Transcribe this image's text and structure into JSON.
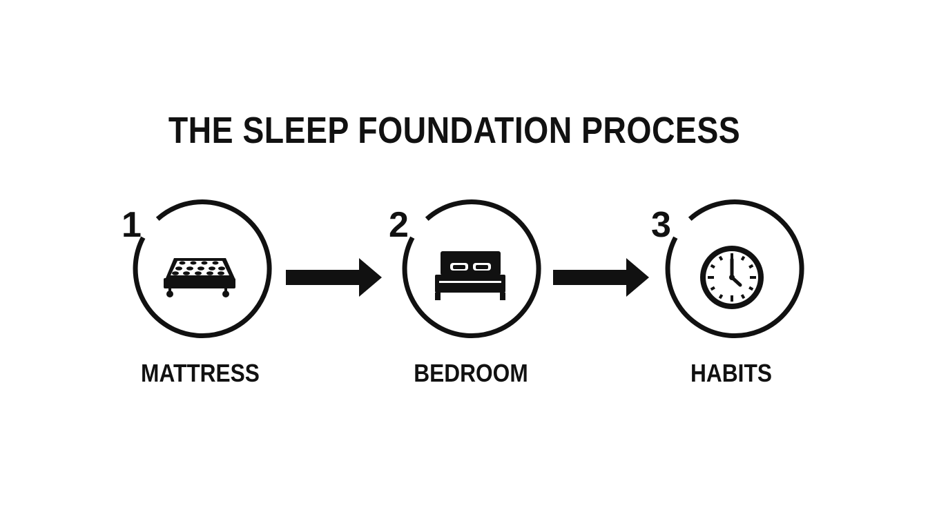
{
  "title": "THE SLEEP FOUNDATION PROCESS",
  "steps": [
    {
      "number": "1",
      "label": "MATTRESS",
      "icon": "mattress-icon"
    },
    {
      "number": "2",
      "label": "BEDROOM",
      "icon": "bed-icon"
    },
    {
      "number": "3",
      "label": "HABITS",
      "icon": "clock-icon"
    }
  ],
  "colors": {
    "foreground": "#111111",
    "background": "#ffffff"
  }
}
